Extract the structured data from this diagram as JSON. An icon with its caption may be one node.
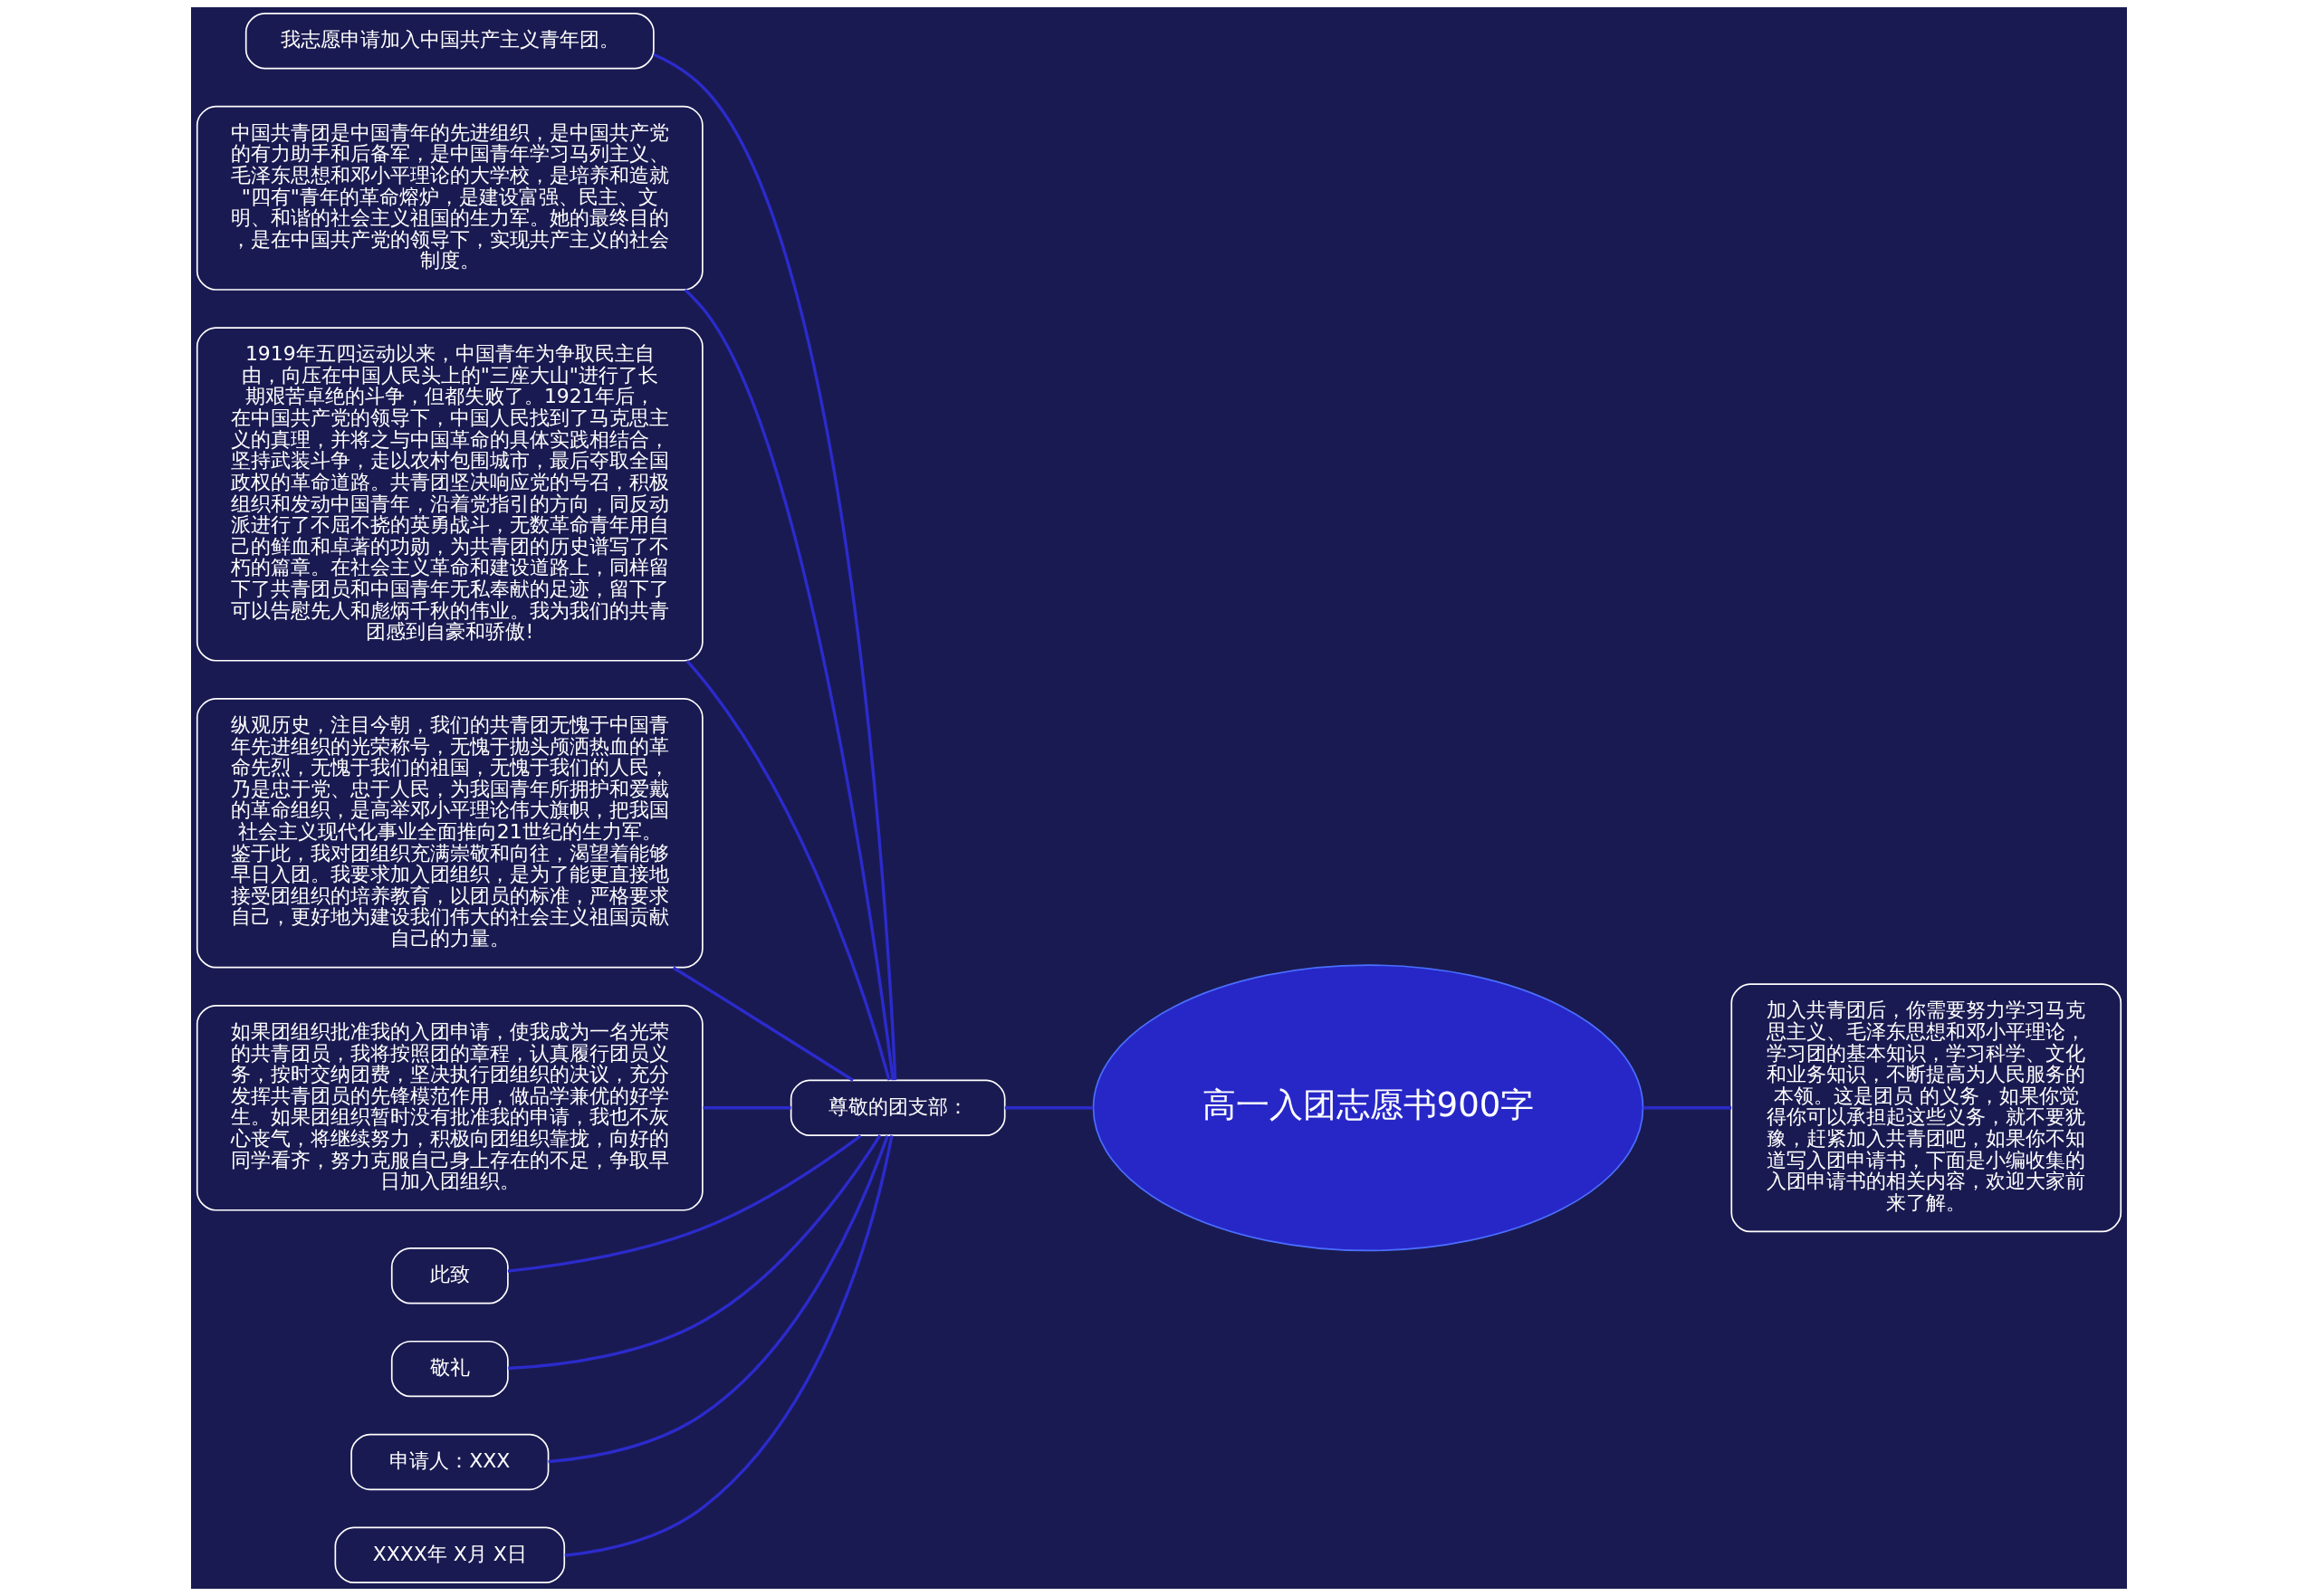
{
  "diagram": {
    "nodes": [
      {
        "text": [
          "高一入团志愿书900字"
        ]
      },
      {
        "text": [
          "加入共青团后，你需要努力学习马克思主义、毛泽东思想和邓小平理论，学习团的基本知识，学习科学、文化和业务知识，不断提高为人民服务的本领。这是团员 的义务，如果你觉得你可以承担起这些义务，就不要犹豫，赶紧加入共青团吧，如果你不知道写入团申请书，下面是小编收集的入团申请书的相关内容，欢迎大家前来了解。"
        ]
      },
      {
        "text": [
          "尊敬的团支部："
        ]
      },
      {
        "text": [
          "我志愿申请加入中国共产主义青年团。"
        ]
      },
      {
        "text": [
          "中国共青团是中国青年的先进组织，是中国共产党的有力助手和后备军，是中国青年学习马列主义、毛泽东思想和邓小平理论的大学校，是培养和造就\"四有\"青年的革命熔炉，是建设富强、民主、文明、和谐的社会主义祖国的生力军。她的最终目的，是在中国共产党的领导下，实现共产主义的社会制度。"
        ]
      },
      {
        "text": [
          "1919年五四运动以来，中国青年为争取民主自由，向压在中国人民头上的\"三座大山\"进行了长期艰苦卓绝的斗争，但都失败了。1921年后，在中国共产党的领导下，中国人民找到了马克思主义的真理，并将之与中国革命的具体实践相结合，坚持武装斗争，走以农村包围城市，最后夺取全国政权的革命道路。共青团坚决响应党的号召，积极组织和发动中国青年，沿着党指引的方向，同反动派进行了不屈不挠的英勇战斗，无数革命青年用自己的鲜血和卓著的功勋，为共青团的历史谱写了不朽的篇章。在社会主义革命和建设道路上，同样留下了共青团员和中国青年无私奉献的足迹，留下了可以告慰先人和彪炳千秋的伟业。我为我们的共青团感到自豪和骄傲!"
        ]
      },
      {
        "text": [
          "纵观历史，注目今朝，我们的共青团无愧于中国青年先进组织的光荣称号，无愧于抛头颅洒热血的革命先烈，无愧于我们的祖国，无愧于我们的人民，乃是忠于党、忠于人民，为我国青年所拥护和爱戴的革命组织，是高举邓小平理论伟大旗帜，把我国社会主义现代化事业全面推向21世纪的生力军。鉴于此，我对团组织充满崇敬和向往，渴望着能够早日入团。我要求加入团组织，是为了能更直接地接受团组织的培养教育，以团员的标准，严格要求自己，更好地为建设我们伟大的社会主义祖国贡献自己的力量。"
        ]
      },
      {
        "text": [
          "如果团组织批准我的入团申请，使我成为一名光荣的共青团员，我将按照团的章程，认真履行团员义务，按时交纳团费，坚决执行团组织的决议，充分发挥共青团员的先锋模范作用，做品学兼优的好学生。如果团组织暂时没有批准我的申请，我也不灰心丧气，将继续努力，积极向团组织靠拢，向好的同学看齐，努力克服自己身上存在的不足，争取早日加入团组织。"
        ]
      },
      {
        "text": [
          "此致"
        ]
      },
      {
        "text": [
          "敬礼"
        ]
      },
      {
        "text": [
          "申请人：XXX"
        ]
      },
      {
        "text": [
          "XXXX年 X月 X日"
        ]
      }
    ],
    "edges": [
      {
        "from": 0,
        "to": 1,
        "arrow": "none"
      },
      {
        "from": 0,
        "to": 2,
        "arrow": "none"
      },
      {
        "from": 2,
        "to": 3,
        "arrow": "none"
      },
      {
        "from": 2,
        "to": 4,
        "arrow": "none"
      },
      {
        "from": 2,
        "to": 5,
        "arrow": "none"
      },
      {
        "from": 2,
        "to": 6,
        "arrow": "none"
      },
      {
        "from": 2,
        "to": 7,
        "arrow": "none"
      },
      {
        "from": 2,
        "to": 8,
        "arrow": "none"
      },
      {
        "from": 2,
        "to": 9,
        "arrow": "none"
      },
      {
        "from": 2,
        "to": 10,
        "arrow": "none"
      },
      {
        "from": 2,
        "to": 11,
        "arrow": "none"
      }
    ]
  }
}
